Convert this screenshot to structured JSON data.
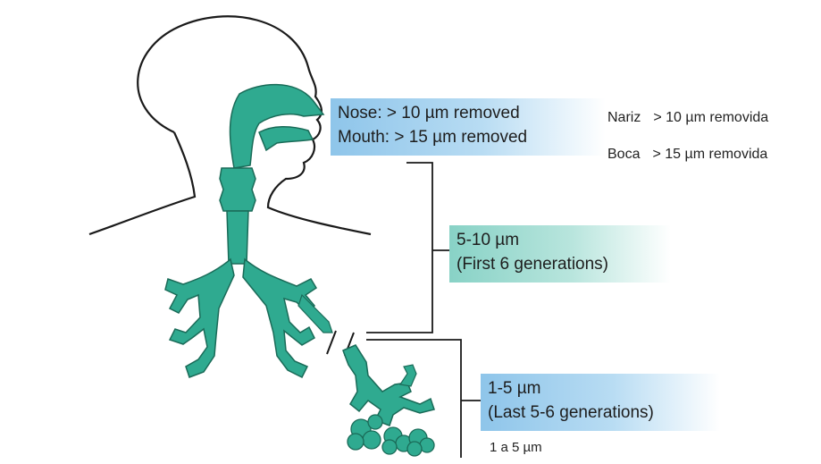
{
  "labels": {
    "nose_line": "Nose: > 10 µm removed",
    "mouth_line": "Mouth: > 15 µm removed",
    "mid_range": "5-10 µm",
    "mid_note": "(First 6 generations)",
    "low_range": "1-5 µm",
    "low_note": "(Last 5-6 generations)"
  },
  "notes": {
    "nariz_word": "Nariz",
    "nariz_value": "> 10 µm removida",
    "boca_word": "Boca",
    "boca_value": "> 15 µm removida",
    "low_translation": "1 a 5 µm"
  },
  "colors": {
    "airway_fill": "#2faa90",
    "airway_stroke": "#1a6b58",
    "outline": "#1a1a1a",
    "blue_box": "#8ec5ea",
    "teal_box": "#88d2c6"
  }
}
